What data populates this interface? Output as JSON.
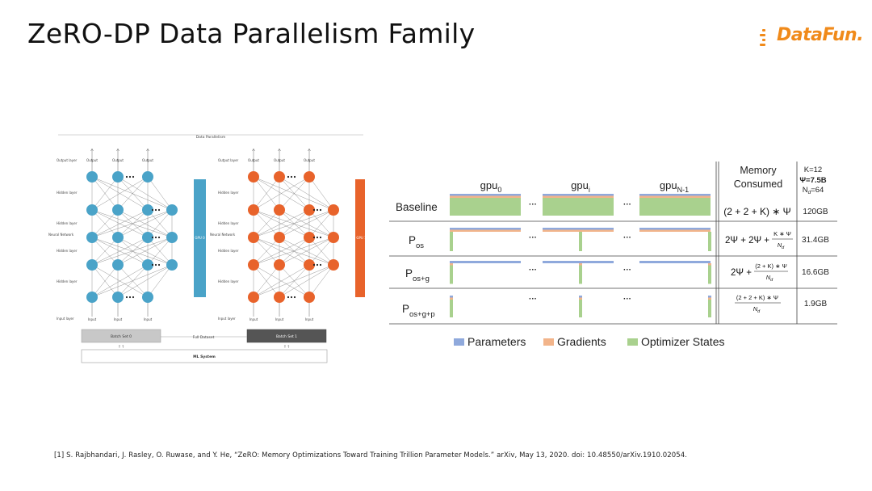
{
  "slide": {
    "title": "ZeRO-DP Data Parallelism Family",
    "footnote": "[1] S. Rajbhandari, J. Rasley, O. Ruwase, and Y. He, “ZeRO: Memory Optimizations Toward Training Trillion Parameter Models.” arXiv, May 13, 2020. doi: 10.48550/arXiv.1910.02054."
  },
  "logo": {
    "text": "DataFun.",
    "color": "#f08a1a"
  },
  "nn_figure": {
    "top_label": "Data Parallelism",
    "left_model": {
      "color": "#4aa3c8",
      "gpu_label": "GPU 0",
      "batch_label": "Batch Set 0",
      "output_layer_label": "Output layer",
      "hidden_layer_label": "Hidden layer",
      "neural_network_label": "Neural Network",
      "input_layer_label": "Input layer",
      "output_label": "Output",
      "input_label": "Input"
    },
    "right_model": {
      "color": "#e8632b",
      "gpu_label": "GPU 1",
      "batch_label": "Batch Set 1",
      "output_layer_label": "Output layer",
      "hidden_layer_label": "Hidden layer",
      "neural_network_label": "Neural Network",
      "input_layer_label": "Input layer",
      "output_label": "Output",
      "input_label": "Input"
    },
    "full_dataset_label": "Full Dataset",
    "ml_system_label": "ML System"
  },
  "zero_figure": {
    "gpu_headers": {
      "gpu0": "gpu",
      "gpu0_sub": "0",
      "gpui": "gpu",
      "gpui_sub": "i",
      "gpuN": "gpu",
      "gpuN_sub": "N-1"
    },
    "ellipsis": "···",
    "memory_header": [
      "Memory",
      "Consumed"
    ],
    "params_header": {
      "k": "K=12",
      "psi": "Ψ=7.5B",
      "nd": "N",
      "nd_sub": "d",
      "nd_val": "=64"
    },
    "rows": [
      {
        "label": "Baseline",
        "sub": "",
        "formula": "(2 + 2 + K) ∗ Ψ",
        "memory": "120GB"
      },
      {
        "label": "P",
        "sub": "os",
        "formula_main": "2Ψ + 2Ψ +",
        "formula_num": "K ∗ Ψ",
        "formula_den": "N",
        "formula_den_sub": "d",
        "memory": "31.4GB"
      },
      {
        "label": "P",
        "sub": "os+g",
        "formula_main": "2Ψ +",
        "formula_num": "(2 + K) ∗ Ψ",
        "formula_den": "N",
        "formula_den_sub": "d",
        "memory": "16.6GB"
      },
      {
        "label": "P",
        "sub": "os+g+p",
        "formula_num": "(2 + 2 + K) ∗ Ψ",
        "formula_den": "N",
        "formula_den_sub": "d",
        "memory": "1.9GB"
      }
    ],
    "legend": [
      {
        "label": "Parameters",
        "color": "#8fa9dc"
      },
      {
        "label": "Gradients",
        "color": "#f2b48a"
      },
      {
        "label": "Optimizer States",
        "color": "#a9d18e"
      }
    ]
  }
}
